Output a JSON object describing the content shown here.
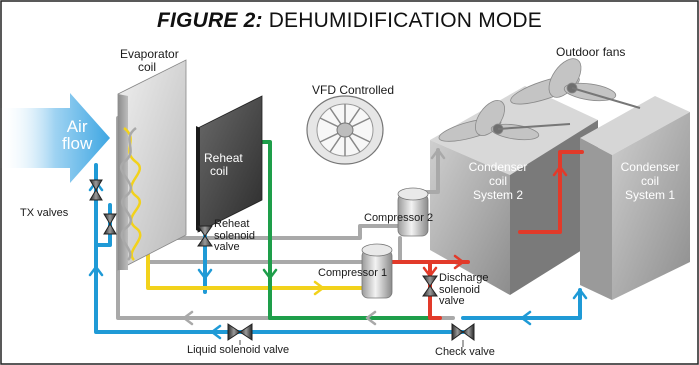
{
  "title": {
    "figure": "FIGURE 2:",
    "text": " DEHUMIDIFICATION MODE"
  },
  "labels": {
    "air_flow": [
      "Air",
      "flow"
    ],
    "evaporator": [
      "Evaporator",
      "coil"
    ],
    "reheat": [
      "Reheat",
      "coil"
    ],
    "vfd": "VFD Controlled",
    "outdoor_fans": "Outdoor fans",
    "condenser2": [
      "Condenser",
      "coil",
      "System 2"
    ],
    "condenser1": [
      "Condenser",
      "coil",
      "System 1"
    ],
    "compressor2": "Compressor 2",
    "compressor1": "Compressor 1",
    "tx_valves": "TX valves",
    "reheat_valve": [
      "Reheat",
      "solenoid",
      "valve"
    ],
    "discharge_valve": [
      "Discharge",
      "solenoid",
      "valve"
    ],
    "liquid_valve": "Liquid solenoid valve",
    "check_valve": "Check valve"
  },
  "colors": {
    "liquid_line": "#1f9ad6",
    "suction_line": "#a9a9a9",
    "hot_gas_line": "#e23a2a",
    "reheat_line": "#1e9e4a",
    "heated_line": "#f2d21b",
    "frame_border": "#222222"
  }
}
